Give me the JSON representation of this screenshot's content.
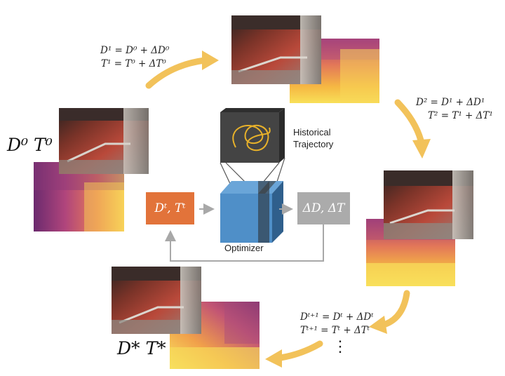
{
  "stages": {
    "s0": {
      "label": "D⁰ T⁰"
    },
    "s1": {
      "update_D": "D¹ = D⁰ + ΔD⁰",
      "update_T": "T¹ = T⁰ + ΔT⁰"
    },
    "s2": {
      "update_D": "D² = D¹ + ΔD¹",
      "update_T": "T² = T¹ + ΔT¹"
    },
    "st": {
      "update_D": "Dᵗ⁺¹ = Dᵗ + ΔDᵗ",
      "update_T": "Tᵗ⁺¹ = Tᵗ + ΔTᵗ",
      "ellipsis": "⋮"
    },
    "final": {
      "label": "D* T*"
    }
  },
  "center": {
    "input_label": "Dᵗ, Tᵗ",
    "output_label": "ΔD, ΔT",
    "optimizer_label": "Optimizer",
    "history_label_1": "Historical",
    "history_label_2": "Trajectory"
  },
  "colors": {
    "arrow": "#F2C25A",
    "input_box": "#E2733A",
    "output_box": "#ABABAB",
    "optimizer_front": "#4F8FC8",
    "history_panel": "#444444",
    "trajectory": "#E7B12A"
  }
}
